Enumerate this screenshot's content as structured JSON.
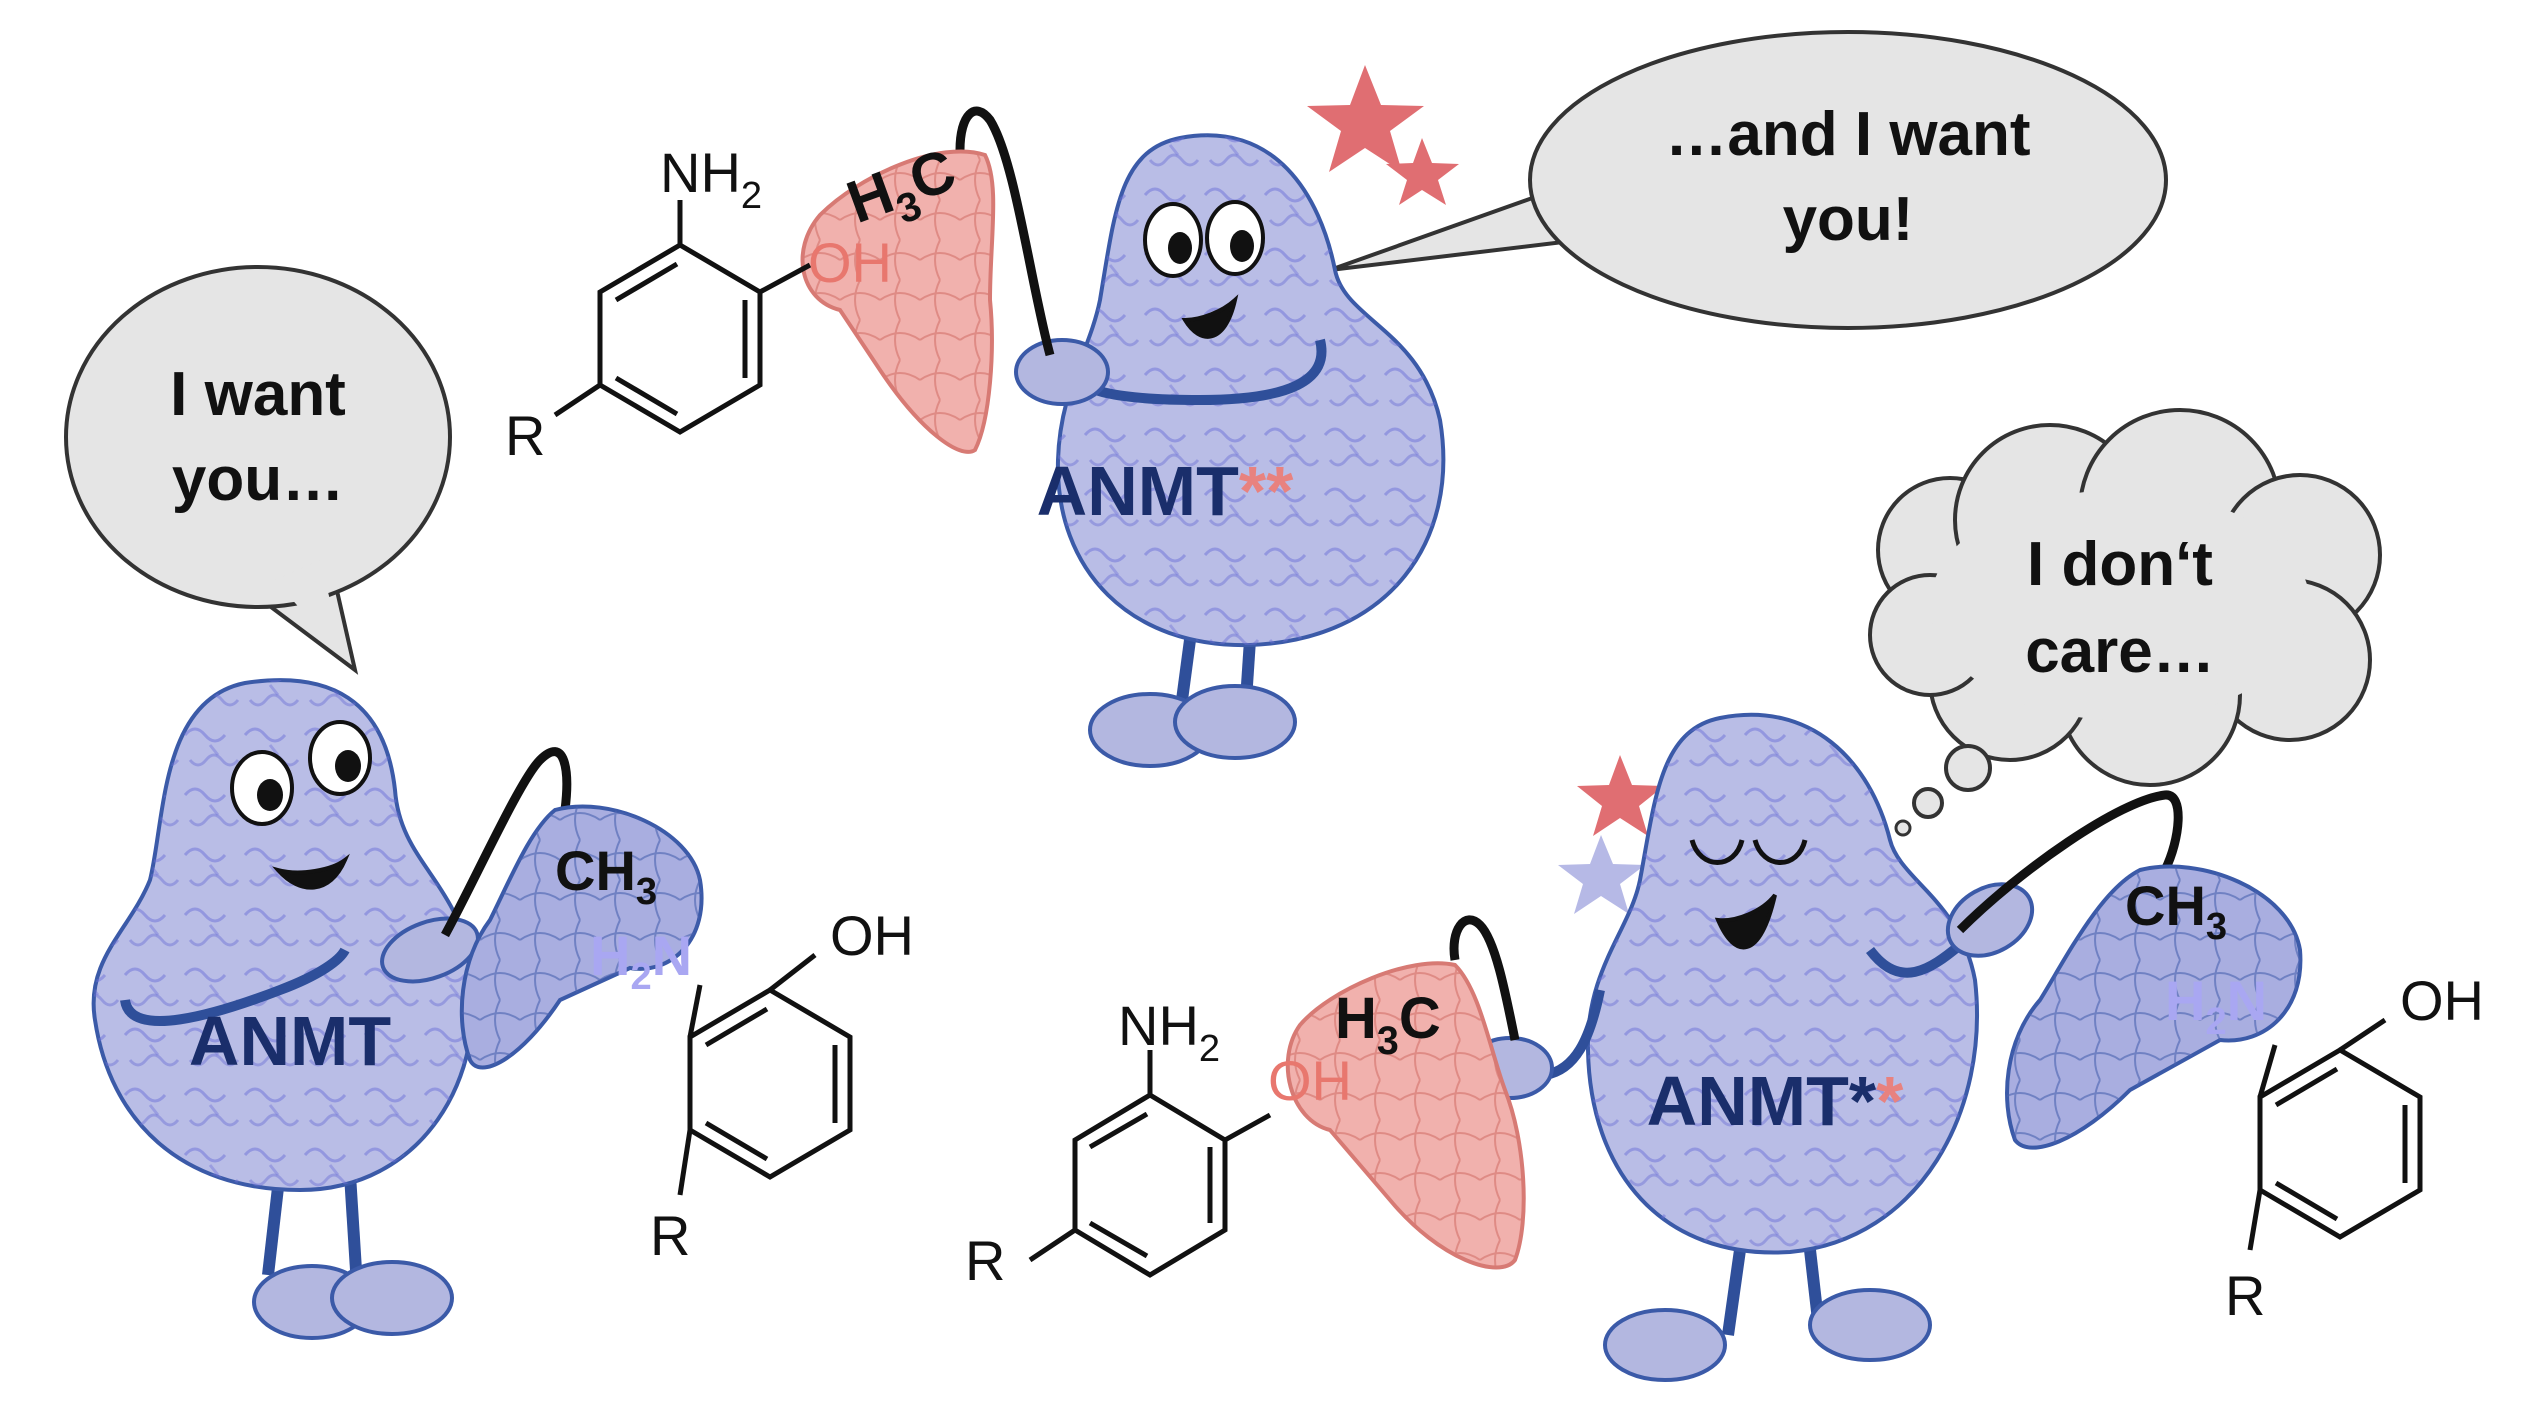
{
  "colors": {
    "enzyme_fill": "#b9bde6",
    "enzyme_stroke": "#3b5aa8",
    "label_dark_blue": "#1a2e6b",
    "asterisk_red": "#e8827f",
    "hydroxyl_red": "#e8776e",
    "amine_violet": "#a9a7f2",
    "net_red_fill": "#f1b1ad",
    "net_blue_fill": "#a9aee0",
    "star_red": "#e06e72",
    "star_blue": "#b6b9e6",
    "bubble_fill": "#e5e5e5"
  },
  "bubbles": {
    "left": {
      "line1": "I want",
      "line2": "you…"
    },
    "top": {
      "line1": "…and I want",
      "line2": "you!"
    },
    "thought": {
      "line1": "I don‘t",
      "line2": "care…"
    }
  },
  "enzymes": {
    "left": {
      "name": "ANMT",
      "marks": ""
    },
    "top": {
      "name": "ANMT",
      "marks": "**"
    },
    "right": {
      "name": "ANMT",
      "marks_dark": "*",
      "marks_red": "*"
    }
  },
  "groups": {
    "methyl_h": "H",
    "methyl_three": "3",
    "methyl_c": "C",
    "methyl_ch": "CH",
    "hydroxyl": "OH",
    "amine_h": "H",
    "amine_two": "2",
    "amine_n": "N",
    "amino_nh": "NH",
    "amino_two": "2",
    "substituent": "R"
  }
}
